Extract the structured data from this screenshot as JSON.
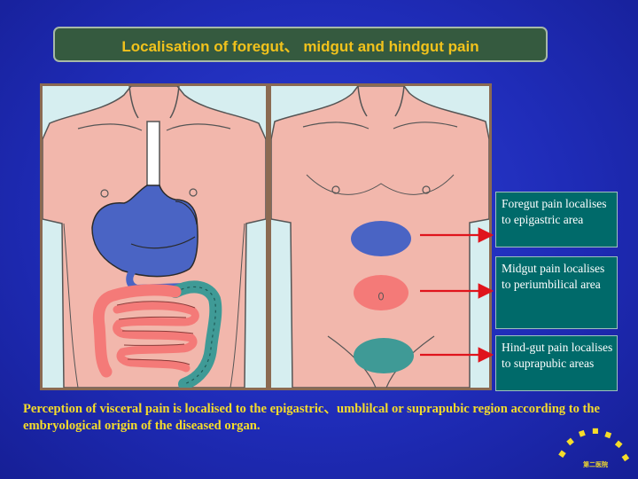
{
  "title": "Localisation of foregut、 midgut and hindgut pain",
  "annotations": [
    "Foregut pain localises to epigastric area",
    "Midgut pain localises to periumbilical area",
    "Hind-gut pain localises to suprapubic areas"
  ],
  "caption": "Perception of visceral pain is localised to the epigastric、umblilcal or suprapubic region according to the embryological origin of  the diseased organ.",
  "seal_text": "第二医院",
  "colors": {
    "background": "#1f2cb8",
    "title_box": "#355a3f",
    "title_text": "#f1c21c",
    "note_box": "#006a6a",
    "caption_text": "#f5dc2a",
    "foregut": "#4a64c4",
    "midgut": "#f47a78",
    "hindgut": "#3f9a96",
    "skin": "#f2b7ac",
    "arrow": "#e0141c"
  }
}
